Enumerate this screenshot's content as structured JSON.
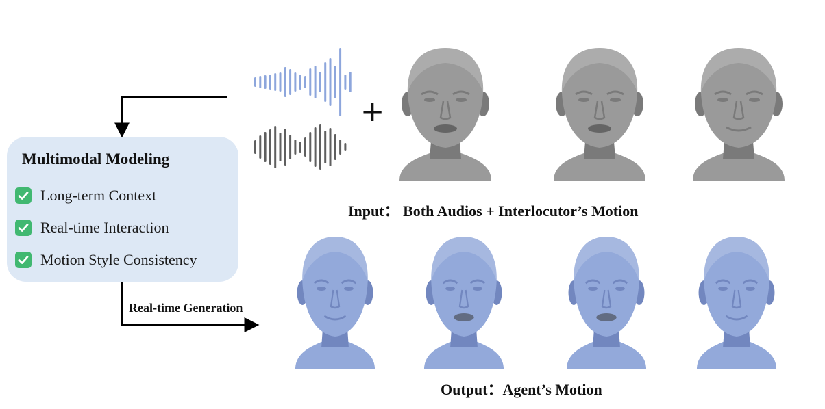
{
  "modeling": {
    "title": "Multimodal Modeling",
    "features": [
      {
        "label": "Long-term Context"
      },
      {
        "label": "Real-time Interaction"
      },
      {
        "label": "Motion Style Consistency"
      }
    ]
  },
  "arrow_label": "Real-time Generation",
  "plus": "+",
  "input_caption": "Input：  Both Audios + Interlocutor’s Motion",
  "output_caption": "Output：Agent’s Motion",
  "colors": {
    "box_fill": "#dde8f5",
    "check_green": "#41b871",
    "waveform_user": "#8da6dc",
    "waveform_agent": "#5f5f5f",
    "head_gray": "#9a9a9a",
    "head_blue": "#93a9da"
  },
  "icons": {
    "check": "check-mark-icon",
    "waveform": "audio-waveform-icon",
    "head": "3d-head-mesh"
  }
}
